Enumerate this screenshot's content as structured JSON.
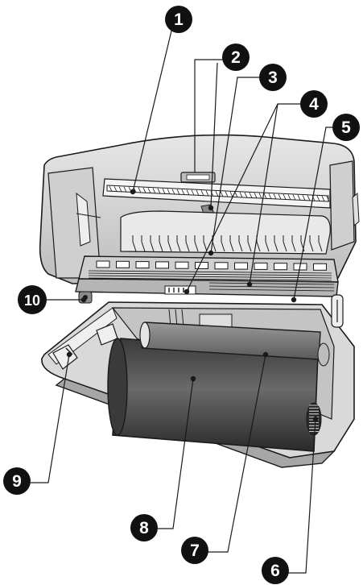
{
  "callouts": [
    {
      "label": "1"
    },
    {
      "label": "2"
    },
    {
      "label": "3"
    },
    {
      "label": "4"
    },
    {
      "label": "5"
    },
    {
      "label": "6"
    },
    {
      "label": "7"
    },
    {
      "label": "8"
    },
    {
      "label": "9"
    },
    {
      "label": "10"
    }
  ],
  "colors": {
    "body": "#d9d9d9",
    "body_dark": "#a6a6a6",
    "outline": "#1a1a1a",
    "roll": "#4d4d4d",
    "callout": "#111111"
  }
}
